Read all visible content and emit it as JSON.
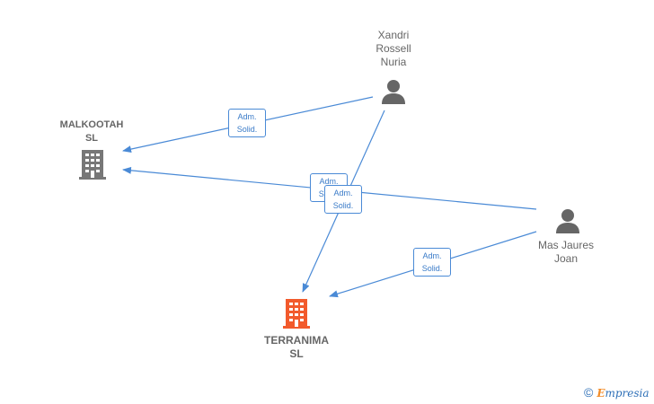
{
  "nodes": {
    "malkootah": {
      "line1": "MALKOOTAH",
      "line2": "SL"
    },
    "terranima": {
      "line1": "TERRANIMA",
      "line2": "SL"
    },
    "xandri": {
      "line1": "Xandri",
      "line2": "Rossell",
      "line3": "Nuria"
    },
    "mas_jaures": {
      "line1": "Mas Jaures",
      "line2": "Joan"
    }
  },
  "edges": [
    {
      "line1": "Adm.",
      "line2": "Solid."
    },
    {
      "line1": "Adm.",
      "line2": "Solid."
    },
    {
      "line1": "Adm.",
      "line2": "Solid."
    },
    {
      "line1": "Adm.",
      "line2": "Solid."
    }
  ],
  "colors": {
    "edge": "#4a8ad6",
    "company_icon": "#777777",
    "focus_company_icon": "#f25a2c",
    "person_icon": "#666666"
  },
  "icons": {
    "company": "building-icon",
    "person": "person-icon"
  },
  "brand": {
    "copyright": "©",
    "e": "E",
    "rest": "mpresia"
  }
}
